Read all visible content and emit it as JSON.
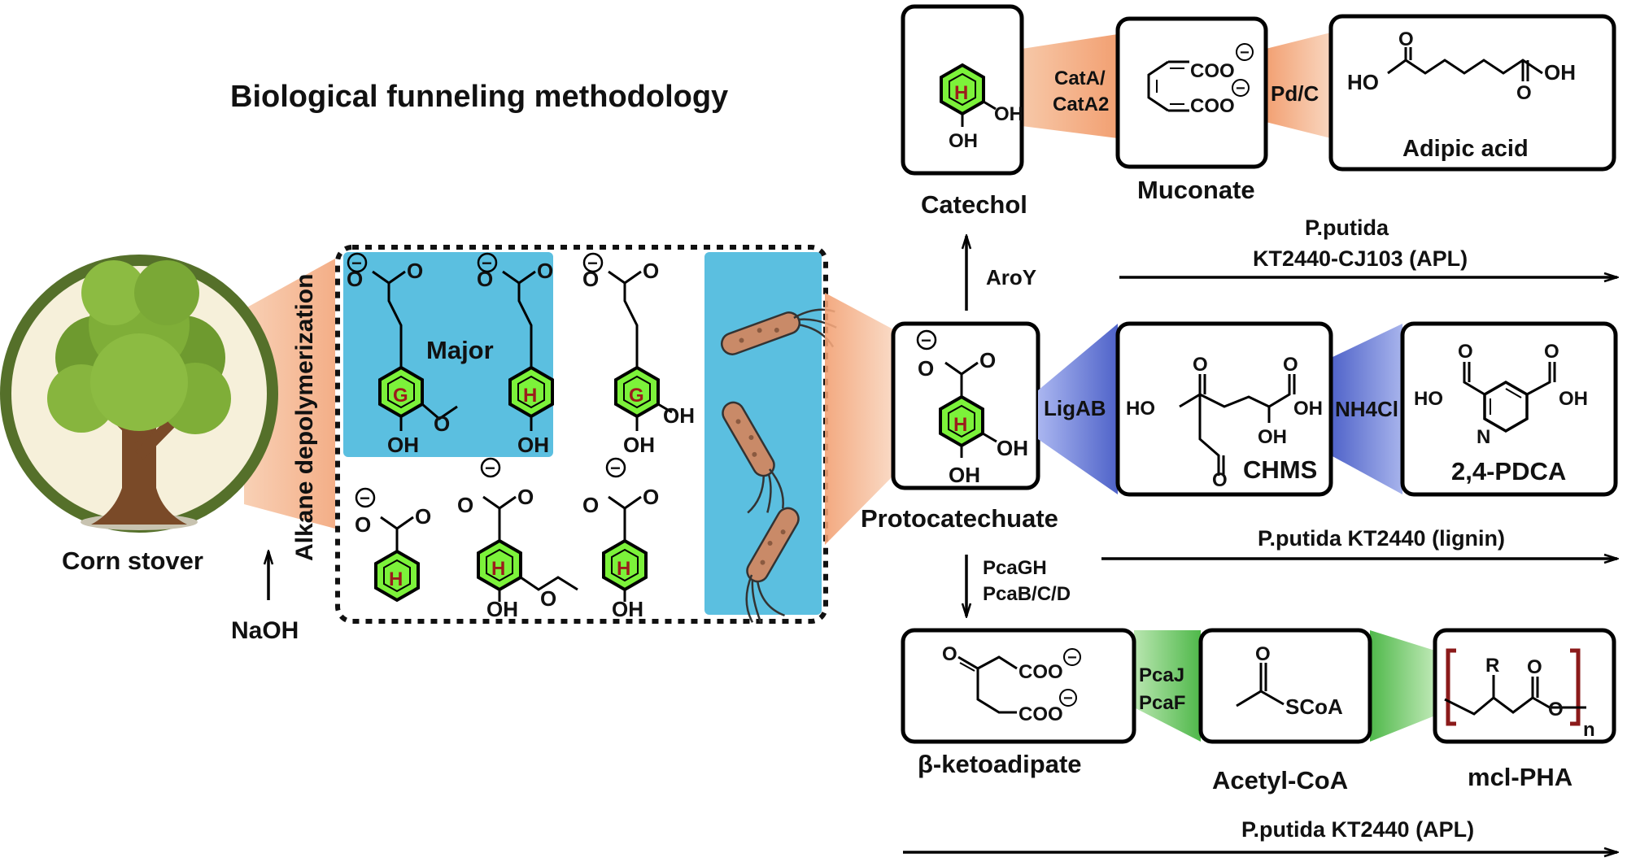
{
  "title": "Biological funneling methodology",
  "source": {
    "label": "Corn stover",
    "reagent": "NaOH",
    "process": "Alkane depolymerization"
  },
  "monomers": {
    "major_label": "Major",
    "ring_letters": [
      "G",
      "H",
      "G",
      "H",
      "H",
      "H"
    ],
    "substituents": {
      "hydroxyl": "OH"
    }
  },
  "hubs": {
    "catechol": "Catechol",
    "protocatechuate": "Protocatechuate",
    "aroY": "AroY",
    "pcaGH": "PcaGH",
    "pcaBCD": "PcaB/C/D",
    "beta_ketoadipate": "β-ketoadipate"
  },
  "top_pathway": {
    "enzyme1_line1": "CatA/",
    "enzyme1_line2": "CatA2",
    "product1": "Muconate",
    "enzyme2": "Pd/C",
    "product2": "Adipic acid",
    "strain_line1": "P.putida",
    "strain_line2": "KT2440-CJ103 (APL)",
    "accent": "#f4a582"
  },
  "middle_pathway": {
    "enzyme1": "LigAB",
    "product1": "CHMS",
    "enzyme2": "NH4Cl",
    "product2": "2,4-PDCA",
    "strain": "P.putida KT2440 (lignin)",
    "accent": "#6c7fd8"
  },
  "bottom_pathway": {
    "enzyme1_line1": "PcaJ",
    "enzyme1_line2": "PcaF",
    "product1": "Acetyl-CoA",
    "product2": "mcl-PHA",
    "strain": "P.putida KT2440 (APL)",
    "accent": "#5fbf5a"
  },
  "chem_text": {
    "coo": "COO",
    "ho": "HO",
    "oh": "OH",
    "o": "O",
    "n": "N",
    "r": "R",
    "n_sub": "n",
    "scoa": "SCoA",
    "minus": "−"
  },
  "colors": {
    "ring_fill": "#7cf23a",
    "panel_blue": "#5bbfe0",
    "tree_green": "#6f9a30"
  }
}
